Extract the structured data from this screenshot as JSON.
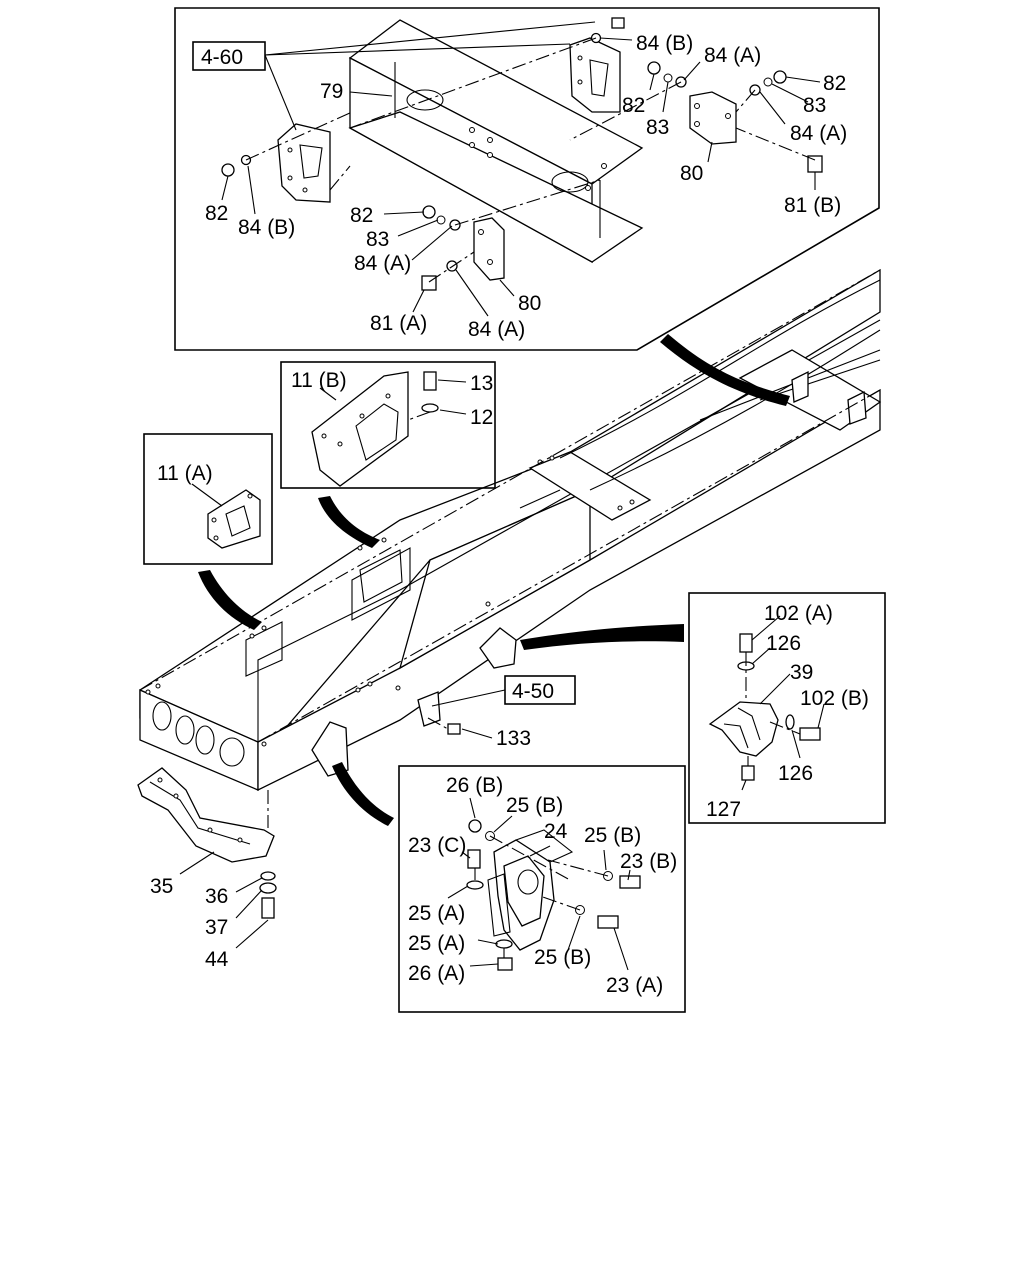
{
  "diagram": {
    "references": [
      "4-60",
      "4-50"
    ],
    "callouts": {
      "top": [
        "84 (B)",
        "84 (A)",
        "82",
        "83",
        "82",
        "83",
        "84 (A)",
        "79",
        "80",
        "81 (B)",
        "82",
        "84 (B)",
        "82",
        "83",
        "84 (A)",
        "81 (A)",
        "84 (A)",
        "80"
      ],
      "insert_11b": [
        "11 (B)",
        "13",
        "12"
      ],
      "insert_11a": [
        "11 (A)"
      ],
      "frame": [
        "133",
        "35",
        "36",
        "37",
        "44"
      ],
      "insert_39": [
        "102 (A)",
        "126",
        "39",
        "102 (B)",
        "126",
        "127"
      ],
      "insert_24": [
        "26 (B)",
        "25 (B)",
        "24",
        "23 (C)",
        "25 (B)",
        "23 (B)",
        "25 (A)",
        "25 (A)",
        "25 (B)",
        "26 (A)",
        "23 (A)"
      ]
    }
  }
}
